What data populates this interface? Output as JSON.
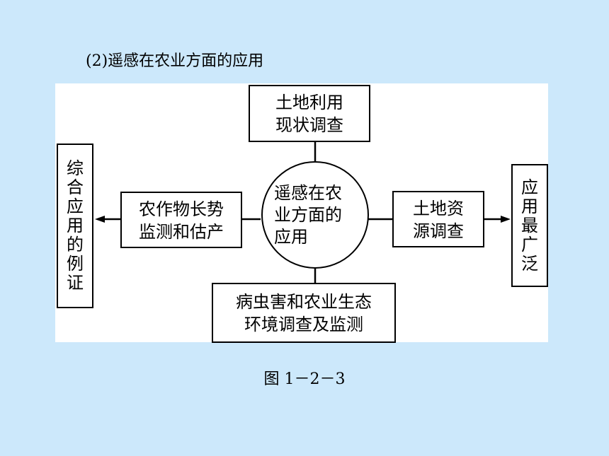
{
  "heading": "(2)遥感在农业方面的应用",
  "caption": "图 1－2－3",
  "diagram": {
    "center": {
      "lines": [
        "遥感在农",
        "业方面的",
        "应用"
      ]
    },
    "top": {
      "lines": [
        "土地利用",
        "现状调查"
      ]
    },
    "bottom": {
      "lines": [
        "病虫害和农业生态",
        "环境调查及监测"
      ]
    },
    "left_mid": {
      "lines": [
        "农作物长势",
        "监测和估产"
      ]
    },
    "right_mid": {
      "lines": [
        "土地资",
        "源调查"
      ]
    },
    "left_end": {
      "chars": [
        "综",
        "合",
        "应",
        "用",
        "的",
        "例",
        "证"
      ]
    },
    "right_end": {
      "chars": [
        "应",
        "用",
        "最",
        "广",
        "泛"
      ]
    }
  }
}
